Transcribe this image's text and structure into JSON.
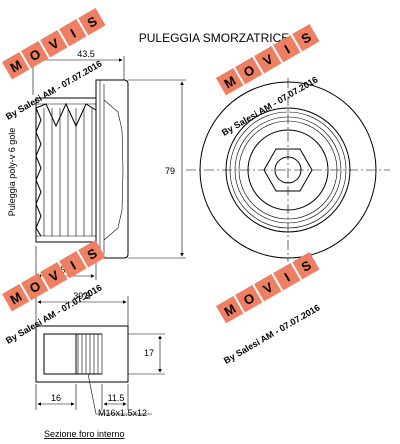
{
  "drawing": {
    "title": "PULEGGIA SMORZATRICE",
    "side_label": "Puleggia poly-v 6 gole",
    "section_caption": "Sezione foro interno"
  },
  "dimensions": {
    "overall_width": "43.5",
    "outer_diameter": "79",
    "groove_width": "25.5",
    "hub_length": "39.5",
    "bore_diameter": "17",
    "left_length": "16",
    "thread_length": "11.5",
    "thread_spec": "M16x1.5x12"
  },
  "watermark": {
    "brand_letters": [
      "M",
      "O",
      "V",
      "I",
      "S"
    ],
    "stamp": "By Salesi AM - 07.07.2016"
  }
}
